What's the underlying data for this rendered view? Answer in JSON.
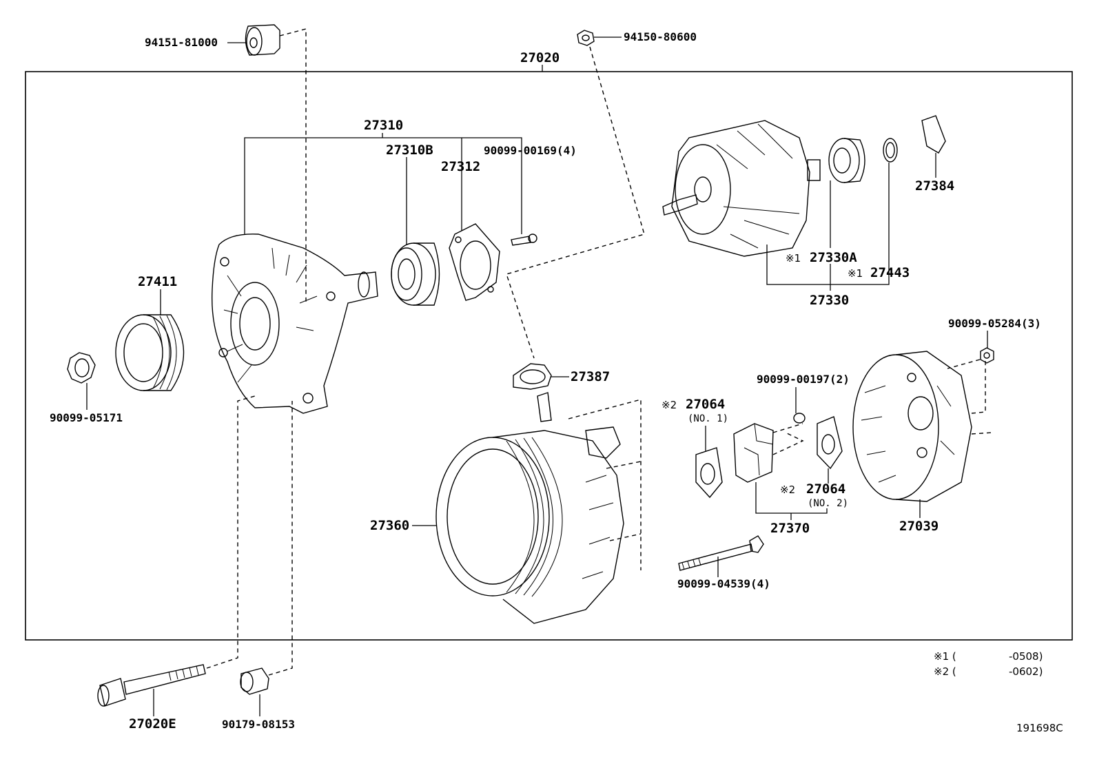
{
  "diagram_id": "191698C",
  "assembly_label": "27020",
  "parts": {
    "p94151": "94151-81000",
    "p94150": "94150-80600",
    "p27310": "27310",
    "p27310B": "27310B",
    "p27312": "27312",
    "p90099_00169": "90099-00169(4)",
    "p27384": "27384",
    "p27330A": "27330A",
    "p27443": "27443",
    "p27330": "27330",
    "p27411": "27411",
    "p90099_05171": "90099-05171",
    "p27387": "27387",
    "p90099_05284": "90099-05284(3)",
    "p90099_00197": "90099-00197(2)",
    "p27064a": "27064",
    "p27064a_sub": "(NO. 1)",
    "p27064b": "27064",
    "p27064b_sub": "(NO. 2)",
    "p27360": "27360",
    "p27370": "27370",
    "p27039": "27039",
    "p90099_04539": "90099-04539(4)",
    "p27020E": "27020E",
    "p90179": "90179-08153"
  },
  "marks": {
    "m1": "※1",
    "m2": "※2"
  },
  "notes": [
    {
      "mark": "※1 (",
      "value": "-0508)"
    },
    {
      "mark": "※2 (",
      "value": "-0602)"
    }
  ]
}
